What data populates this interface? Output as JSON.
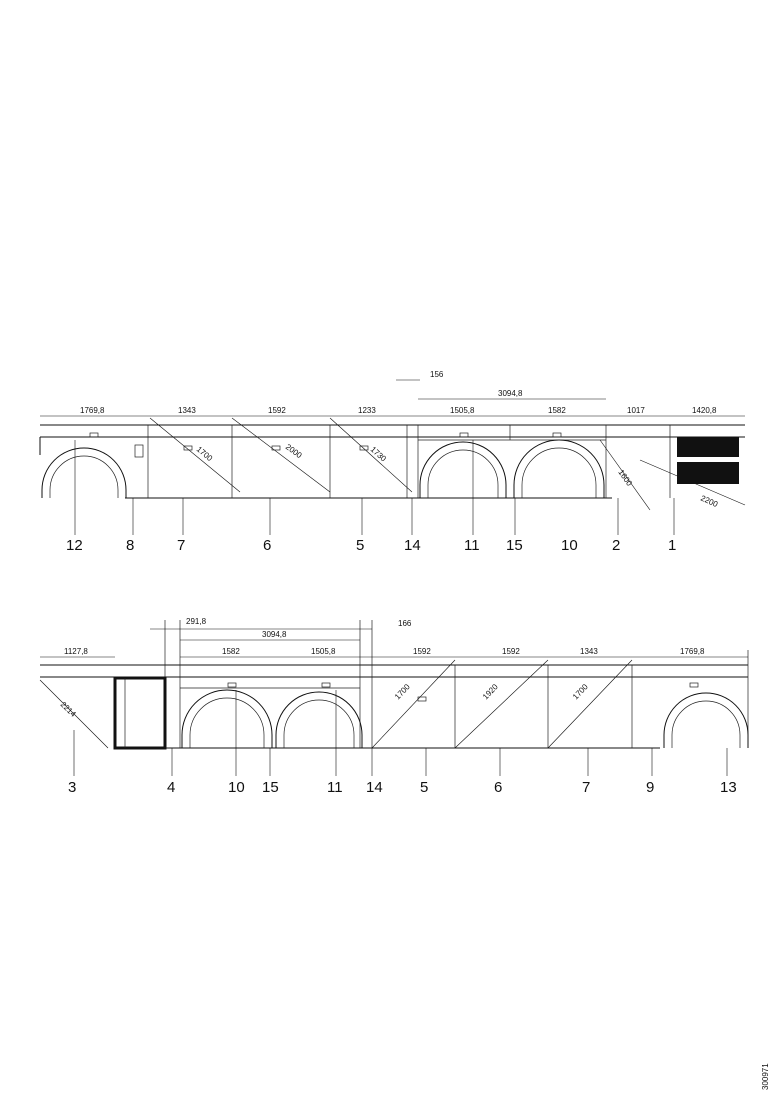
{
  "figure_id": "300971",
  "top": {
    "dims": [
      "1769,8",
      "1343",
      "1592",
      "1233",
      "156",
      "3094,8",
      "1505,8",
      "1582",
      "1017",
      "1420,8"
    ],
    "diag": [
      "1700",
      "2000",
      "1730",
      "1600",
      "2200"
    ],
    "callouts": [
      "12",
      "8",
      "7",
      "6",
      "5",
      "14",
      "11",
      "15",
      "10",
      "2",
      "1"
    ]
  },
  "bottom": {
    "dims": [
      "1127,8",
      "291,8",
      "3094,8",
      "1582",
      "1505,8",
      "166",
      "1592",
      "1592",
      "1343",
      "1769,8"
    ],
    "diag": [
      "2214",
      "1700",
      "1920",
      "1700"
    ],
    "callouts": [
      "3",
      "4",
      "10",
      "15",
      "11",
      "14",
      "5",
      "6",
      "7",
      "9",
      "13"
    ]
  }
}
